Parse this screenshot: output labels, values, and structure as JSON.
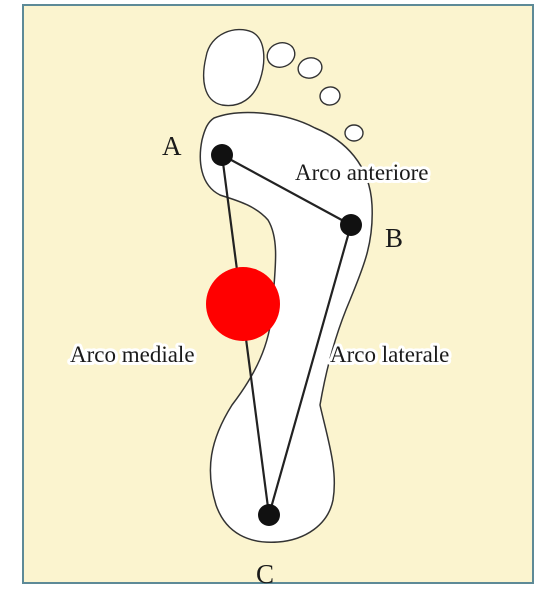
{
  "diagram": {
    "points": {
      "a": "A",
      "b": "B",
      "c": "C"
    },
    "arches": {
      "anterior": "Arco anteriore",
      "medial": "Arco mediale",
      "lateral": "Arco laterale"
    },
    "colors": {
      "background": "#fbf4cf",
      "border": "#5d8a97",
      "foot": "#ffffff",
      "outline": "#333333",
      "marker": "#ff0000"
    }
  }
}
